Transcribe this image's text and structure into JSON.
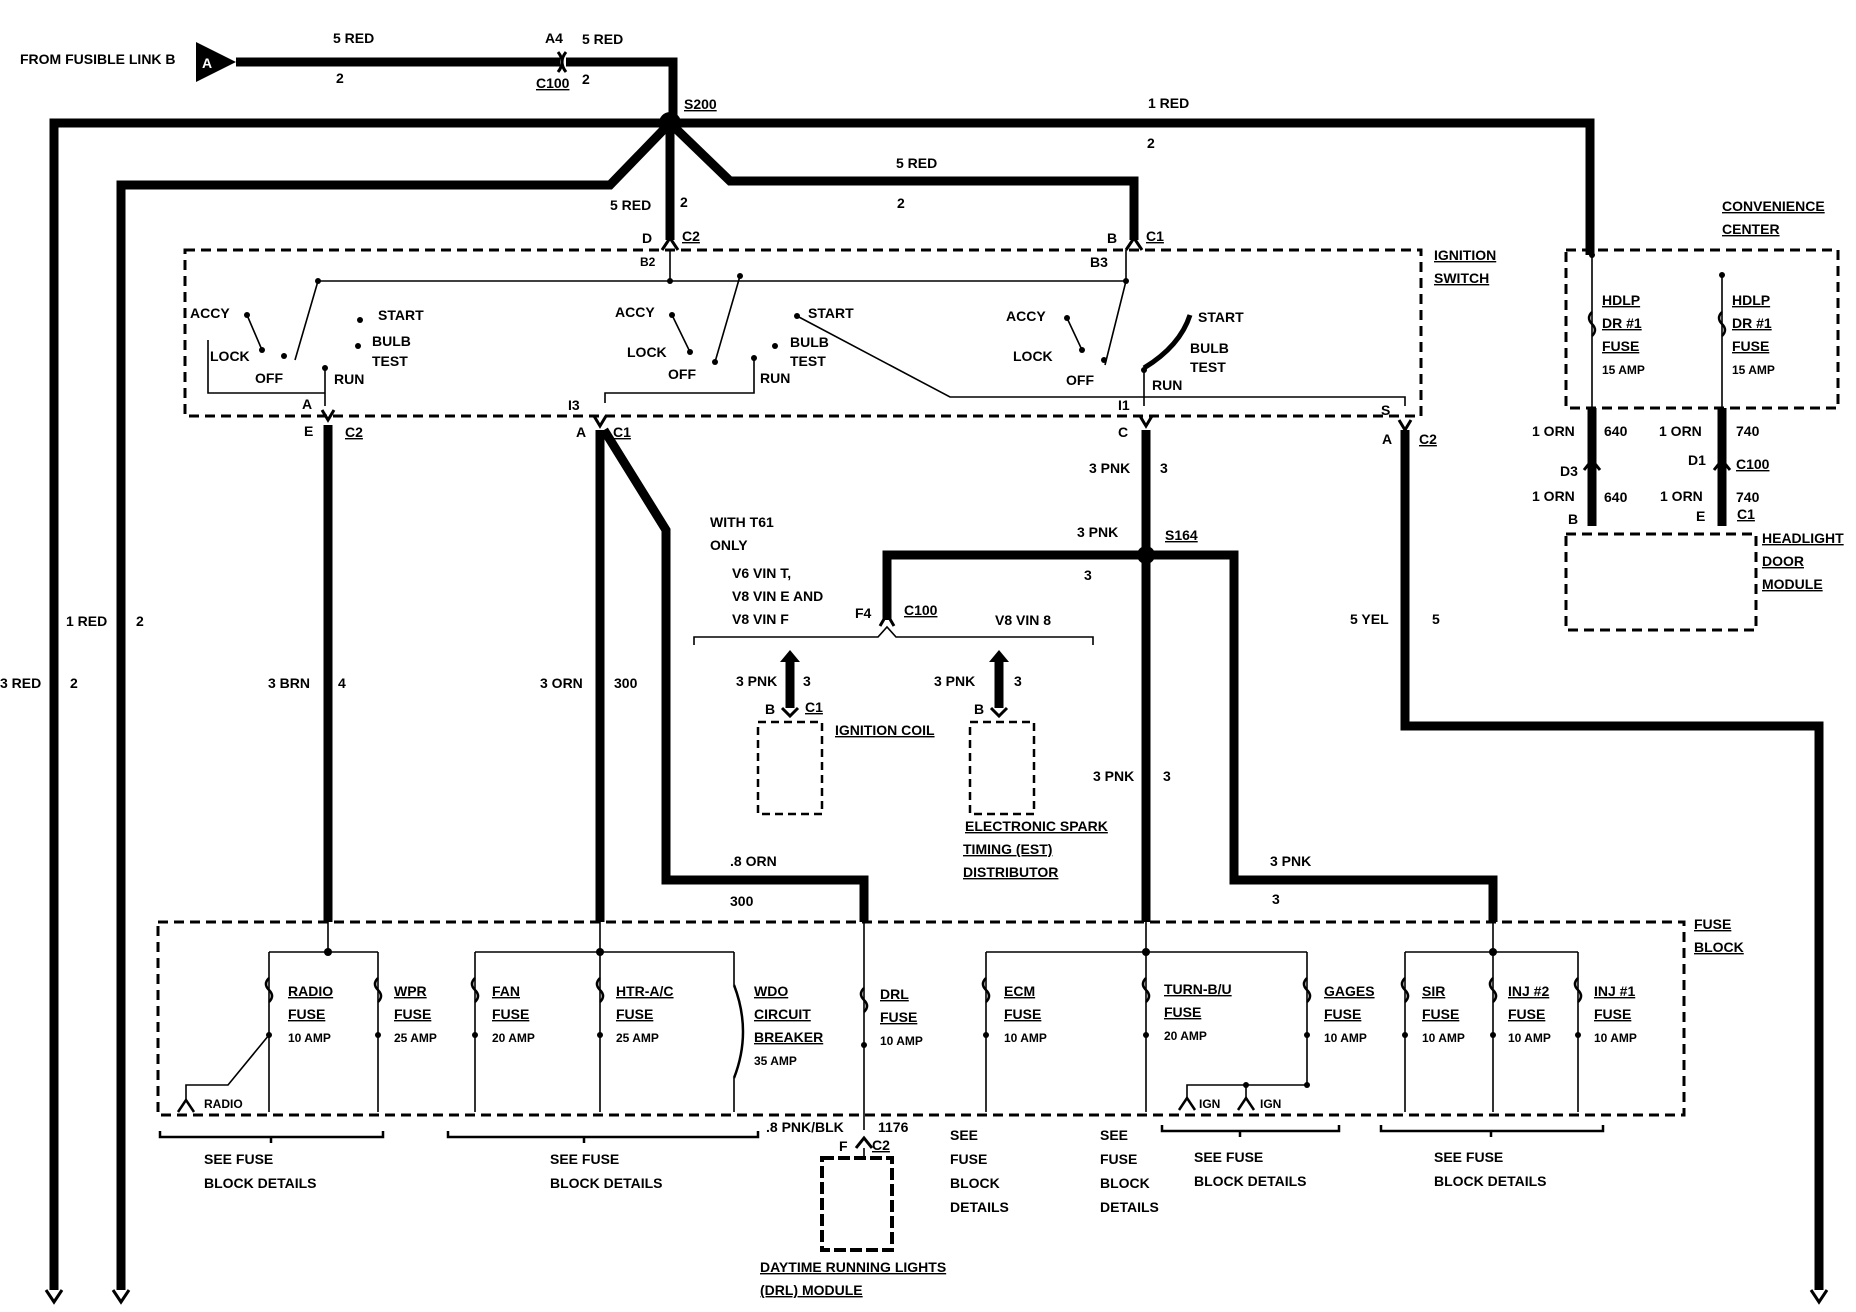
{
  "source": {
    "text": "FROM FUSIBLE LINK B",
    "letter": "A"
  },
  "top": {
    "w1": "5 RED",
    "w1n": "2",
    "a4": "A4",
    "c100": "C100",
    "w2": "5 RED",
    "w2n": "2",
    "s200": "S200",
    "w3": "1 RED",
    "w3n": "2",
    "w4": "5 RED",
    "w4n": "2",
    "w5": "5 RED",
    "w5n": "2"
  },
  "ign": {
    "title1": "IGNITION",
    "title2": "SWITCH",
    "c2": "C2",
    "c1": "C1",
    "d": "D",
    "b": "B",
    "b2": "B2",
    "b3": "B3",
    "accy": "ACCY",
    "lock": "LOCK",
    "off": "OFF",
    "run": "RUN",
    "start": "START",
    "bulb": "BULB",
    "test": "TEST",
    "a": "A",
    "e": "E",
    "i3": "I3",
    "i1": "I1",
    "c": "C",
    "s": "S"
  },
  "conv": {
    "t1": "CONVENIENCE",
    "t2": "CENTER",
    "hdlp": "HDLP",
    "dr": "DR #1",
    "fuse": "FUSE",
    "amp": "15 AMP"
  },
  "hdm": {
    "w640": "1 ORN",
    "n640": "640",
    "w740": "1 ORN",
    "n740": "740",
    "d3": "D3",
    "d1": "D1",
    "c100": "C100",
    "b": "B",
    "e": "E",
    "c1": "C1",
    "t1": "HEADLIGHT",
    "t2": "DOOR",
    "t3": "MODULE"
  },
  "wires": {
    "red1": "1 RED",
    "red1n": "2",
    "red3": "3 RED",
    "red3n": "2",
    "brn": "3 BRN",
    "brnn": "4",
    "orn": "3 ORN",
    "ornn": "300",
    "orn8": ".8 ORN",
    "orn8n": "300",
    "pnk": "3 PNK",
    "pnkn": "3",
    "s164": "S164",
    "yel": "5 YEL",
    "yeln": "5",
    "c2a": "C2",
    "c1a": "C1",
    "c2b": "C2"
  },
  "t61": {
    "h1": "WITH T61",
    "h2": "ONLY",
    "l1": "V6 VIN T,",
    "l2": "V8 VIN E AND",
    "l3": "V8 VIN F",
    "f4": "F4",
    "c100": "C100",
    "v8": "V8 VIN 8",
    "coil": "IGNITION COIL",
    "b": "B",
    "c1": "C1",
    "est1": "ELECTRONIC SPARK",
    "est2": "TIMING (EST)",
    "est3": "DISTRIBUTOR"
  },
  "fb": {
    "t1": "FUSE",
    "t2": "BLOCK",
    "radio": "RADIO",
    "fuse": "FUSE",
    "a10": "10 AMP",
    "a20": "20 AMP",
    "a25": "25 AMP",
    "wpr": "WPR",
    "fan": "FAN",
    "htr": "HTR-A/C",
    "wdo": "WDO",
    "circuit": "CIRCUIT",
    "breaker": "BREAKER",
    "a35": "35 AMP",
    "drl": "DRL",
    "ecm": "ECM",
    "turn": "TURN-B/U",
    "gages": "GAGES",
    "sir": "SIR",
    "inj2": "INJ #2",
    "inj1": "INJ #1",
    "ign": "IGN"
  },
  "foot": {
    "see1": "SEE FUSE",
    "see2": "BLOCK DETAILS",
    "s_see": "SEE",
    "s_fuse": "FUSE",
    "s_block": "BLOCK",
    "s_details": "DETAILS",
    "drlw": ".8 PNK/BLK",
    "drln": "1176",
    "f": "F",
    "c2": "C2",
    "drl1": "DAYTIME RUNNING LIGHTS",
    "drl2": "(DRL) MODULE"
  }
}
